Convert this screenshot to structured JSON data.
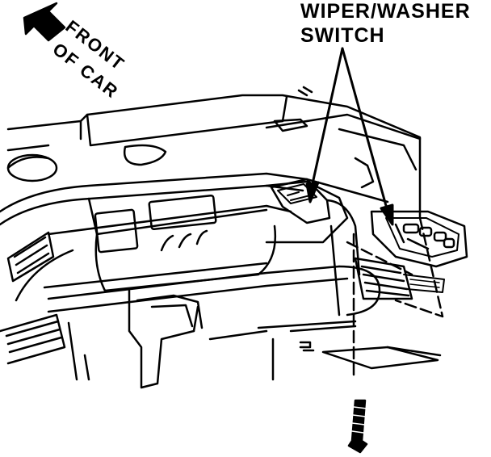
{
  "callout": {
    "line1": "WIPER/WASHER",
    "line2": "SWITCH"
  },
  "orientation": {
    "line1": "FRONT",
    "line2": "OF CAR"
  },
  "colors": {
    "ink": "#000000",
    "paper": "#ffffff"
  },
  "icons": {
    "direction": "front-arrow-icon",
    "fastener": "screw-icon"
  }
}
